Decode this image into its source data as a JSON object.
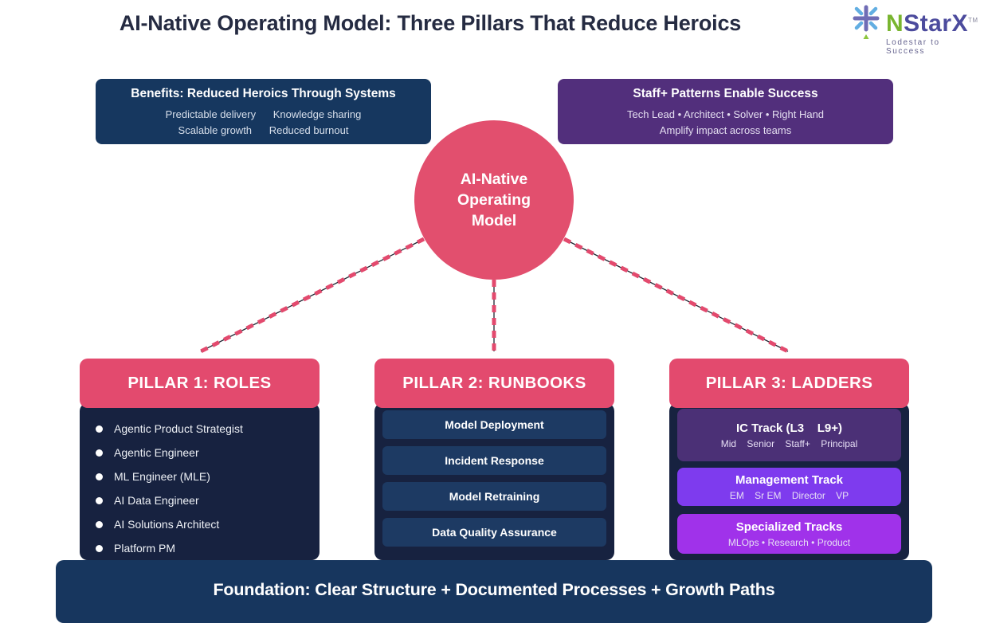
{
  "header": {
    "title": "AI-Native Operating Model: Three Pillars That Reduce Heroics",
    "logo": {
      "name_first_letter": "N",
      "name_rest": "StarX",
      "trademark": "TM",
      "tagline": "Lodestar to Success"
    }
  },
  "benefits_box": {
    "title": "Benefits: Reduced Heroics Through Systems",
    "line1": "Predictable delivery      Knowledge sharing",
    "line2": "Scalable growth      Reduced burnout"
  },
  "staff_box": {
    "title": "Staff+ Patterns Enable Success",
    "line1": "Tech Lead • Architect • Solver • Right Hand",
    "line2": "Amplify impact across teams"
  },
  "center_node": {
    "line1": "AI-Native",
    "line2": "Operating",
    "line3": "Model"
  },
  "pillar1": {
    "header": "PILLAR 1: ROLES",
    "items": [
      "Agentic Product Strategist",
      "Agentic Engineer",
      "ML Engineer (MLE)",
      "AI Data Engineer",
      "AI Solutions Architect",
      "Platform PM"
    ]
  },
  "pillar2": {
    "header": "PILLAR 2: RUNBOOKS",
    "items": [
      "Model Deployment",
      "Incident Response",
      "Model Retraining",
      "Data Quality Assurance"
    ]
  },
  "pillar3": {
    "header": "PILLAR 3: LADDERS",
    "tracks": [
      {
        "title": "IC Track (L3    L9+)",
        "subtitle": "Mid    Senior    Staff+    Principal"
      },
      {
        "title": "Management Track",
        "subtitle": "EM    Sr EM    Director    VP"
      },
      {
        "title": "Specialized Tracks",
        "subtitle": "MLOps • Research • Product"
      }
    ]
  },
  "foundation": {
    "text": "Foundation: Clear Structure + Documented Processes + Growth Paths"
  },
  "colors": {
    "pink_accent": "#e34a6e",
    "navy_box": "#16375f",
    "dark_navy_body": "#172240",
    "runbook_inner": "#1d3a63",
    "staff_purple": "#522f7c",
    "ic_track_purple": "#4b3076",
    "management_violet": "#7e3bee",
    "specialized_purple": "#a032ea",
    "title_text": "#252b42",
    "logo_green": "#79b530",
    "logo_blue_purple": "#4c4b9d"
  }
}
